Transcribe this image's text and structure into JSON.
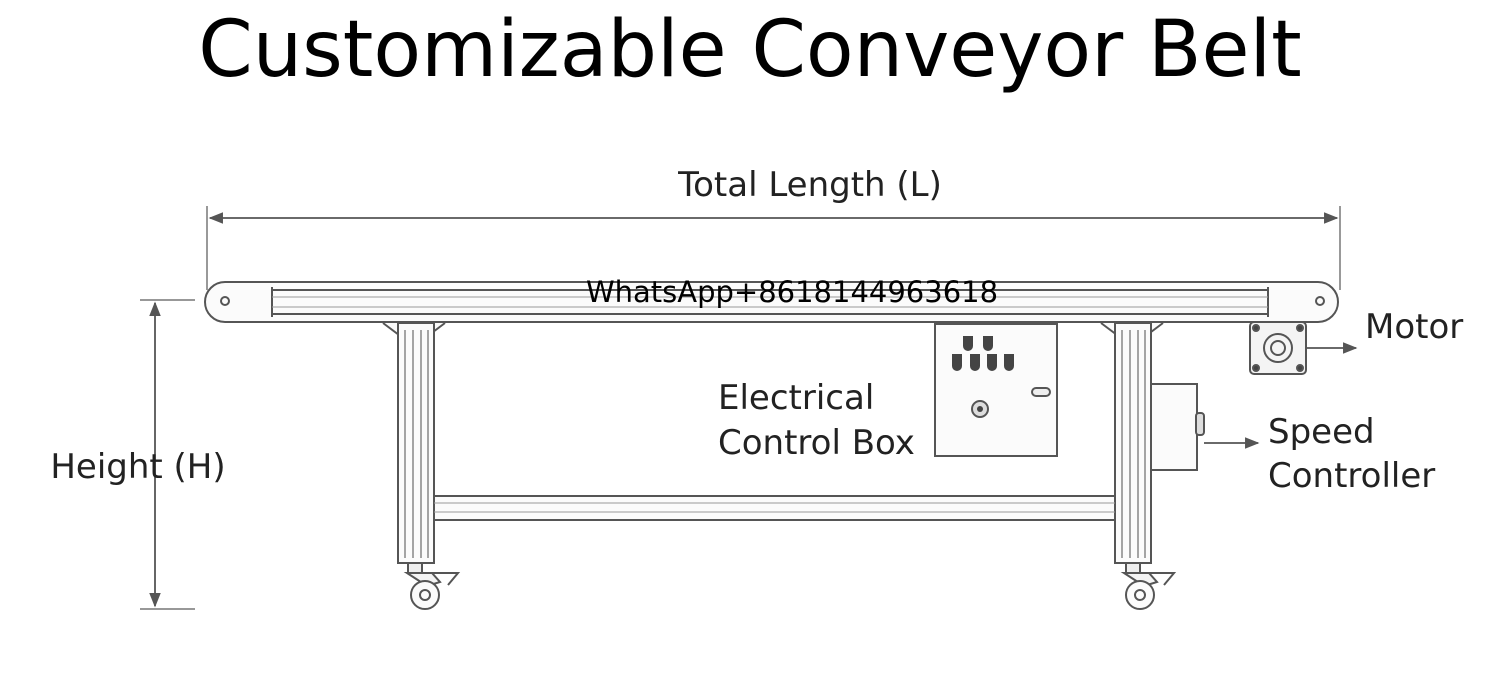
{
  "title": "Customizable Conveyor Belt",
  "dimensions": {
    "total_length": "Total Length (L)",
    "height": "Height (H)"
  },
  "components": {
    "motor": "Motor",
    "control_box_line1": "Electrical",
    "control_box_line2": "Control Box",
    "speed_controller_line1": "Speed",
    "speed_controller_line2": "Controller"
  },
  "watermark": "WhatsApp+8618144963618",
  "colors": {
    "line": "#555555",
    "text": "#222222",
    "background": "#ffffff"
  }
}
